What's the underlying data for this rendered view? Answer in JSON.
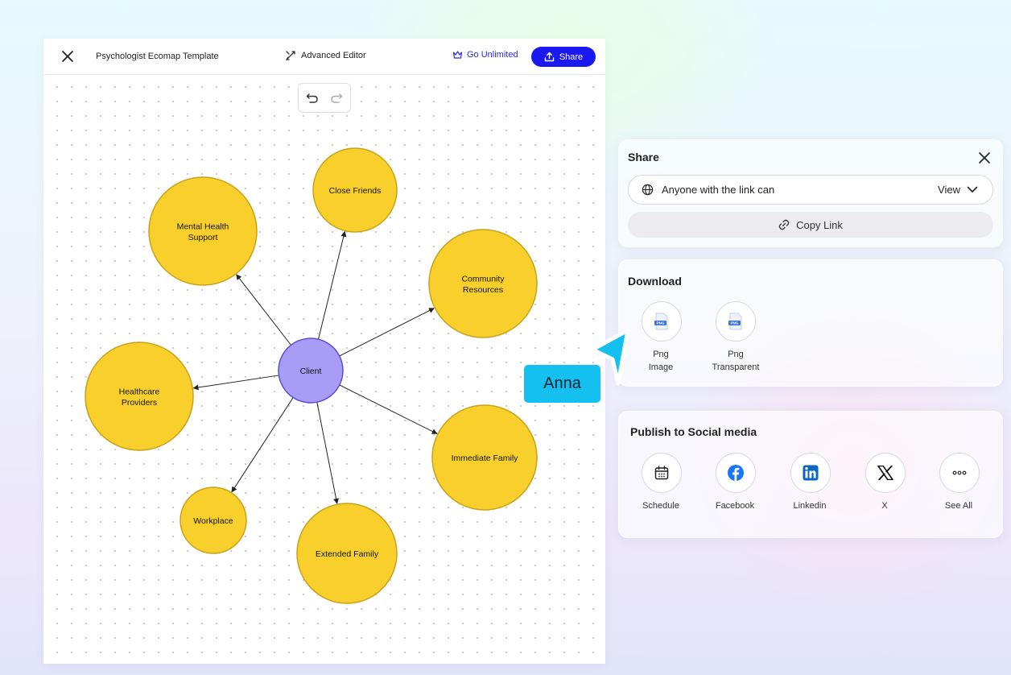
{
  "editor": {
    "title": "Psychologist Ecomap Template",
    "advanced_editor": "Advanced Editor",
    "go_unlimited": "Go Unlimited",
    "share_label": "Share"
  },
  "diagram": {
    "nodes": [
      {
        "id": "client",
        "label": [
          "Client"
        ],
        "fill": "#a89cf7",
        "stroke": "#5a4fd0"
      },
      {
        "id": "close-friends",
        "label": [
          "Close Friends"
        ]
      },
      {
        "id": "mental-health",
        "label": [
          "Mental Health",
          "Support"
        ]
      },
      {
        "id": "community",
        "label": [
          "Community",
          "Resources"
        ]
      },
      {
        "id": "healthcare",
        "label": [
          "Healthcare",
          "Providers"
        ]
      },
      {
        "id": "immediate-family",
        "label": [
          "Immediate Family"
        ]
      },
      {
        "id": "workplace",
        "label": [
          "Workplace"
        ]
      },
      {
        "id": "extended-family",
        "label": [
          "Extended Family"
        ]
      }
    ],
    "edges": [
      {
        "from": "client",
        "to": "close-friends"
      },
      {
        "from": "client",
        "to": "mental-health"
      },
      {
        "from": "client",
        "to": "community"
      },
      {
        "from": "client",
        "to": "healthcare"
      },
      {
        "from": "client",
        "to": "immediate-family"
      },
      {
        "from": "client",
        "to": "workplace"
      },
      {
        "from": "client",
        "to": "extended-family"
      }
    ],
    "node_color": "#f9cf2c",
    "node_stroke": "#c9a21a"
  },
  "share": {
    "title": "Share",
    "access_text": "Anyone with the link can",
    "permission": "View",
    "copy_link": "Copy Link"
  },
  "download": {
    "title": "Download",
    "options": [
      {
        "label1": "Png",
        "label2": "Image",
        "badge": "PNG"
      },
      {
        "label1": "Png",
        "label2": "Transparent",
        "badge": "PNG"
      }
    ]
  },
  "social": {
    "title": "Publish to Social media",
    "items": [
      {
        "label": "Schedule",
        "icon": "calendar-icon"
      },
      {
        "label": "Facebook",
        "icon": "facebook-icon"
      },
      {
        "label": "Linkedin",
        "icon": "linkedin-icon"
      },
      {
        "label": "X",
        "icon": "x-logo-icon"
      },
      {
        "label": "See All",
        "icon": "more-icon"
      }
    ]
  },
  "collaborator": {
    "name": "Anna",
    "color": "#14c0f0"
  },
  "colors": {
    "accent": "#1a1af0",
    "facebook": "#1877f2",
    "linkedin": "#0a66c2"
  }
}
